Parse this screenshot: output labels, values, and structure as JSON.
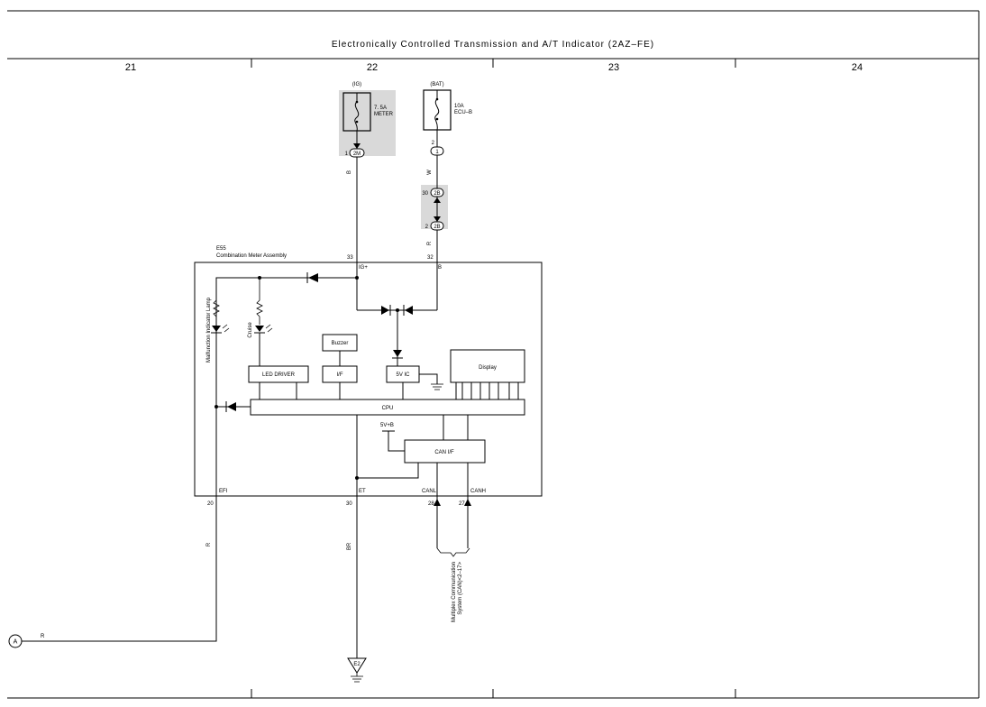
{
  "title": "Electronically Controlled Transmission and A/T Indicator (2AZ–FE)",
  "columns": [
    "21",
    "22",
    "23",
    "24"
  ],
  "component": {
    "id": "E55",
    "name": "Combination Meter Assembly"
  },
  "fuses": [
    {
      "source": "(IG)",
      "rating": "7. 5A",
      "name": "METER"
    },
    {
      "source": "(BAT)",
      "rating": "10A",
      "name": "ECU–B"
    }
  ],
  "connectors": {
    "ig_pin": "1",
    "ig_conn": "2M",
    "bat_pin": "2",
    "bat_conn": "1",
    "j1_pin": "30",
    "j1_conn": "2B",
    "j2_pin": "2",
    "j2_conn": "2B"
  },
  "wires": {
    "ig_wire": "B",
    "bat_wire_top": "W",
    "bat_wire_bottom": "R",
    "efi_wire": "R",
    "et_wire": "BR",
    "ext_wire": "R"
  },
  "pins": {
    "ig_num": "33",
    "ig_label": "IG+",
    "b_num": "32",
    "b_label": "B",
    "efi_num": "20",
    "efi_label": "EFI",
    "et_num": "30",
    "et_label": "ET",
    "canl_num": "28",
    "canl_label": "CANL",
    "canh_num": "27",
    "canh_label": "CANH"
  },
  "blocks": {
    "buzzer": "Buzzer",
    "led_driver": "LED DRIVER",
    "if": "I/F",
    "vic": "5V IC",
    "display": "Display",
    "cpu": "CPU",
    "can_if": "CAN I/F",
    "v5b": "5V+B"
  },
  "lamps": {
    "malfunction": "Malfunction Indicator Lamp",
    "cruise": "Cruise"
  },
  "multiplex": {
    "line1": "Multiplex Communication",
    "line2": "System (CAN)<2–17>"
  },
  "ground": "E2",
  "junction": "A"
}
